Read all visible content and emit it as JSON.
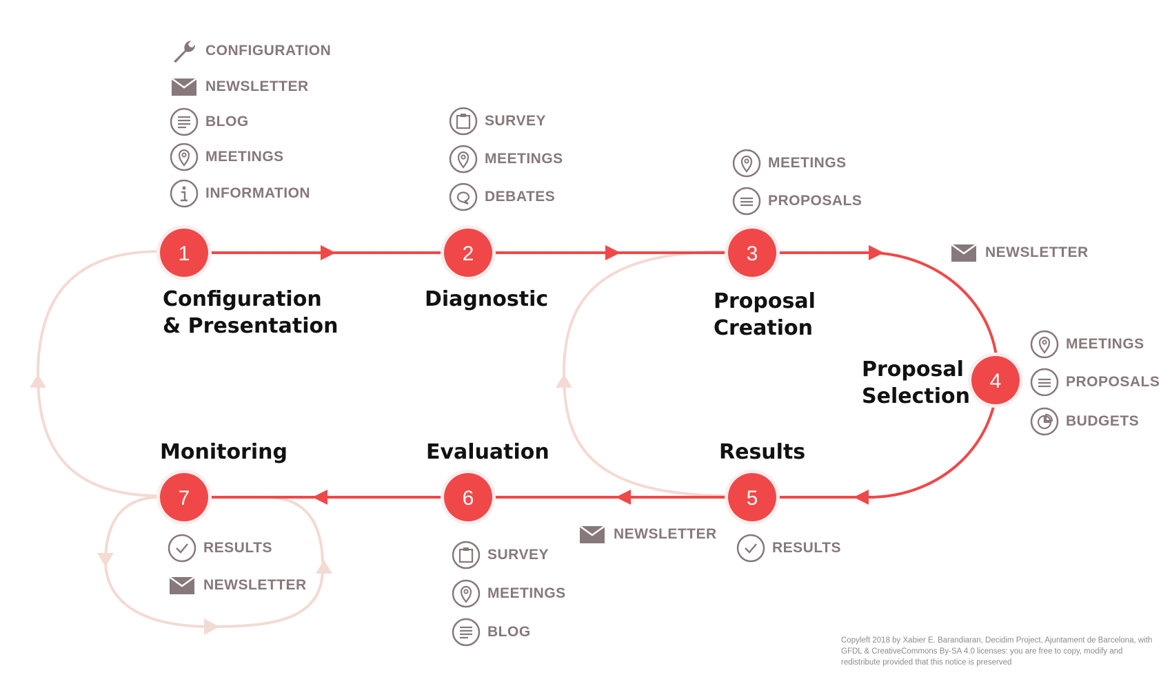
{
  "colors": {
    "accent": "#f04848",
    "faint": "#f3dad3",
    "icon": "#86787b",
    "text": "#111111"
  },
  "stages": [
    {
      "num": "1",
      "title": "Configuration\n& Presentation"
    },
    {
      "num": "2",
      "title": "Diagnostic"
    },
    {
      "num": "3",
      "title": "Proposal\nCreation"
    },
    {
      "num": "4",
      "title": "Proposal\nSelection"
    },
    {
      "num": "5",
      "title": "Results"
    },
    {
      "num": "6",
      "title": "Evaluation"
    },
    {
      "num": "7",
      "title": "Monitoring"
    }
  ],
  "tools": {
    "stage1": [
      {
        "icon": "wrench-icon",
        "label": "CONFIGURATION"
      },
      {
        "icon": "envelope-icon",
        "label": "NEWSLETTER"
      },
      {
        "icon": "blog-icon",
        "label": "BLOG"
      },
      {
        "icon": "map-pin-icon",
        "label": "MEETINGS"
      },
      {
        "icon": "info-icon",
        "label": "INFORMATION"
      }
    ],
    "stage2": [
      {
        "icon": "clipboard-icon",
        "label": "SURVEY"
      },
      {
        "icon": "map-pin-icon",
        "label": "MEETINGS"
      },
      {
        "icon": "speech-bubble-icon",
        "label": "DEBATES"
      }
    ],
    "stage3": [
      {
        "icon": "map-pin-icon",
        "label": "MEETINGS"
      },
      {
        "icon": "lines-icon",
        "label": "PROPOSALS"
      }
    ],
    "stage3to4": [
      {
        "icon": "envelope-icon",
        "label": "NEWSLETTER"
      }
    ],
    "stage4": [
      {
        "icon": "map-pin-icon",
        "label": "MEETINGS"
      },
      {
        "icon": "lines-icon",
        "label": "PROPOSALS"
      },
      {
        "icon": "pie-chart-icon",
        "label": "BUDGETS"
      }
    ],
    "stage5": [
      {
        "icon": "check-icon",
        "label": "RESULTS"
      }
    ],
    "stage5to6": [
      {
        "icon": "envelope-icon",
        "label": "NEWSLETTER"
      }
    ],
    "stage6": [
      {
        "icon": "clipboard-icon",
        "label": "SURVEY"
      },
      {
        "icon": "map-pin-icon",
        "label": "MEETINGS"
      },
      {
        "icon": "blog-icon",
        "label": "BLOG"
      }
    ],
    "stage7": [
      {
        "icon": "check-icon",
        "label": "RESULTS"
      },
      {
        "icon": "envelope-icon",
        "label": "NEWSLETTER"
      }
    ]
  },
  "copyleft": "Copyleft 2018 by Xabier E. Barandiaran, Decidim Project, Ajuntament de Barcelona, with GFDL & CreativeCommons By-SA 4.0 licenses: you are free to copy, modify and redistribute provided that this notice is preserved"
}
